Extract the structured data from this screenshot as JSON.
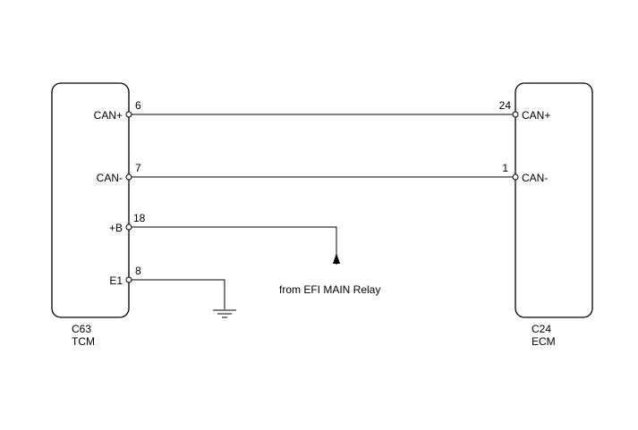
{
  "components": {
    "tcm": {
      "connector": "C63",
      "name": "TCM",
      "pins": [
        {
          "label": "CAN+",
          "number": "6"
        },
        {
          "label": "CAN-",
          "number": "7"
        },
        {
          "label": "+B",
          "number": "18"
        },
        {
          "label": "E1",
          "number": "8"
        }
      ]
    },
    "ecm": {
      "connector": "C24",
      "name": "ECM",
      "pins": [
        {
          "label": "CAN+",
          "number": "24"
        },
        {
          "label": "CAN-",
          "number": "1"
        }
      ]
    }
  },
  "annotations": {
    "power_source": "from EFI MAIN Relay"
  }
}
